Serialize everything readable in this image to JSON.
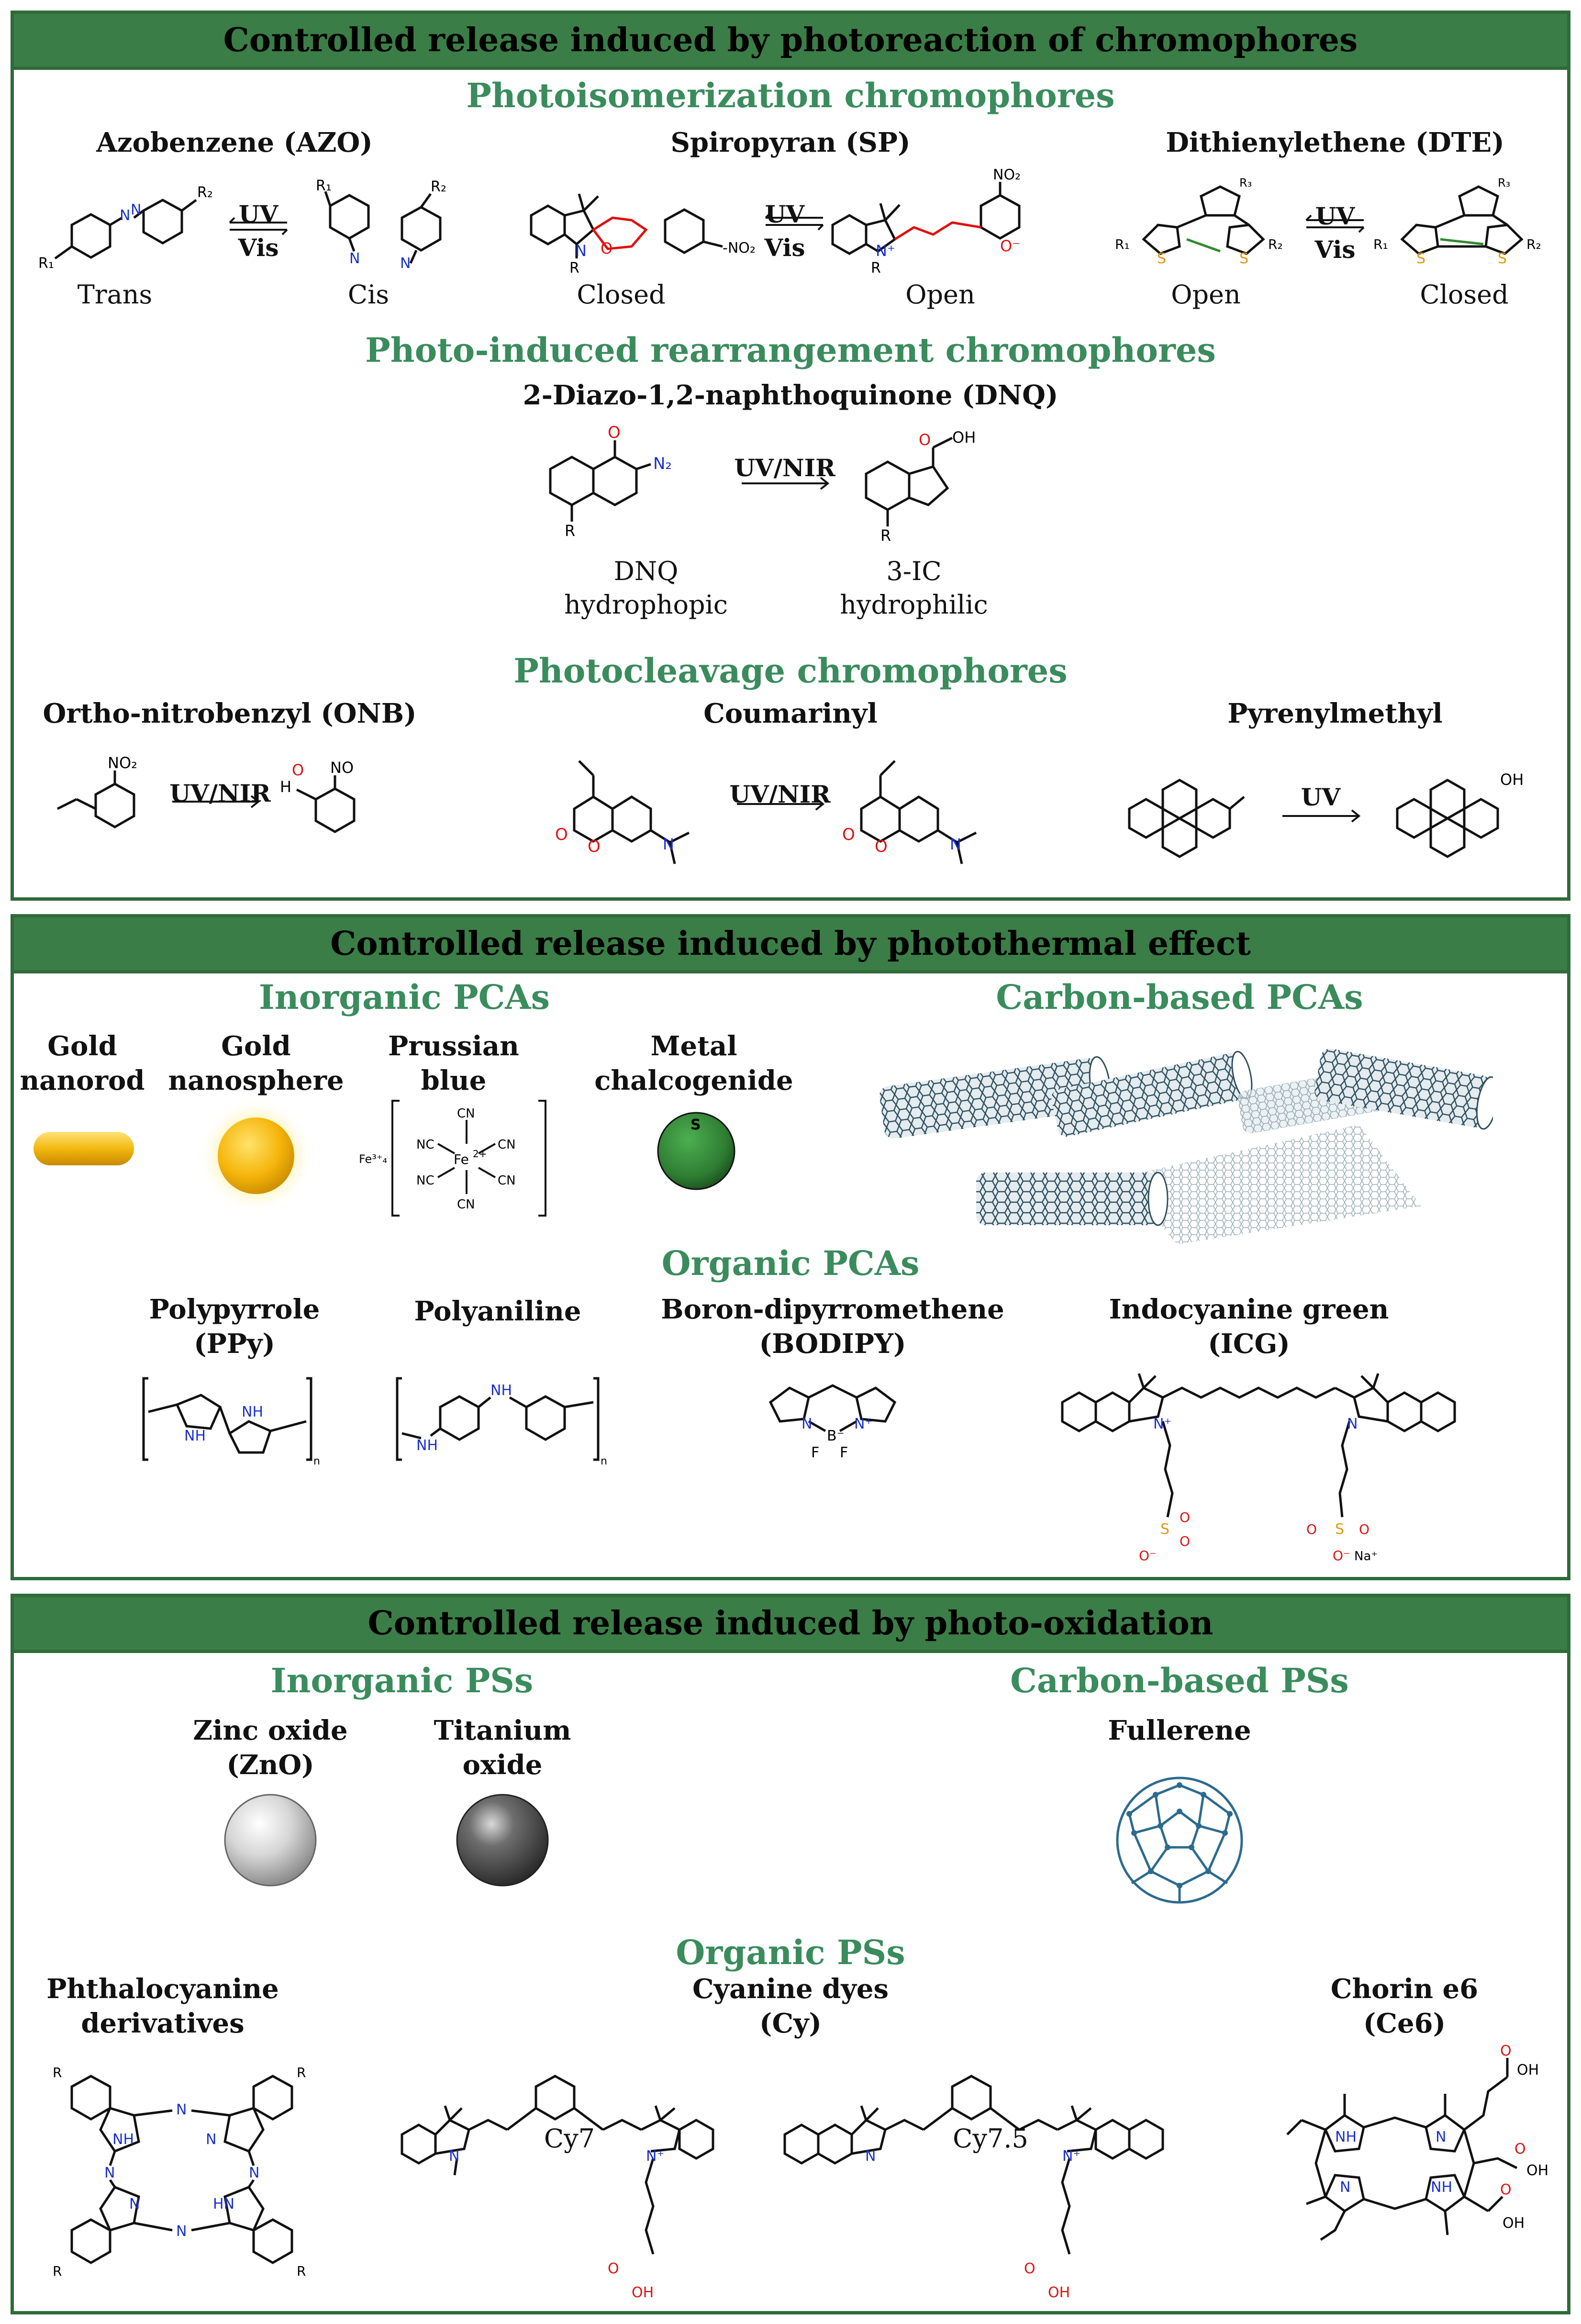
{
  "panels": [
    {
      "header": "Controlled release induced by photoreaction of chromophores",
      "sections": {
        "photoisomerization": "Photoisomerization chromophores",
        "rearrangement": "Photo-induced rearrangement chromophores",
        "photocleavage": "Photocleavage chromophores"
      },
      "compounds": {
        "azo": "Azobenzene (AZO)",
        "sp": "Spiropyran (SP)",
        "dte": "Dithienylethene (DTE)",
        "dnq": "2-Diazo-1,2-naphthoquinone (DNQ)",
        "onb": "Ortho-nitrobenzyl (ONB)",
        "coumarinyl": "Coumarinyl",
        "pyrenylmethyl": "Pyrenylmethyl"
      },
      "states": {
        "trans": "Trans",
        "cis": "Cis",
        "sp_closed": "Closed",
        "sp_open": "Open",
        "dte_open": "Open",
        "dte_closed": "Closed",
        "dnq_left_1": "DNQ",
        "dnq_left_2": "hydrophopic",
        "dnq_right_1": "3-IC",
        "dnq_right_2": "hydrophilic"
      },
      "arrows": {
        "uv": "UV",
        "vis": "Vis",
        "uvnir": "UV/NIR"
      }
    },
    {
      "header": "Controlled release induced by photothermal effect",
      "sections": {
        "inorganic": "Inorganic PCAs",
        "carbon": "Carbon-based PCAs",
        "organic": "Organic PCAs"
      },
      "items": {
        "gold_nanorod_1": "Gold",
        "gold_nanorod_2": "nanorod",
        "gold_nanosphere_1": "Gold",
        "gold_nanosphere_2": "nanosphere",
        "prussian_1": "Prussian",
        "prussian_2": "blue",
        "metal_1": "Metal",
        "metal_2": "chalcogenide",
        "ppy_1": "Polypyrrole",
        "ppy_2": "(PPy)",
        "pani": "Polyaniline",
        "bodipy_1": "Boron-dipyrromethene",
        "bodipy_2": "(BODIPY)",
        "icg_1": "Indocyanine green",
        "icg_2": "(ICG)"
      }
    },
    {
      "header": "Controlled release induced by photo-oxidation",
      "sections": {
        "inorganic": "Inorganic PSs",
        "carbon": "Carbon-based PSs",
        "organic": "Organic PSs"
      },
      "items": {
        "zno_1": "Zinc oxide",
        "zno_2": "(ZnO)",
        "tio_1": "Titanium",
        "tio_2": "oxide",
        "fullerene": "Fullerene",
        "phth_1": "Phthalocyanine",
        "phth_2": "derivatives",
        "cy_1": "Cyanine dyes",
        "cy_2": "(Cy)",
        "ce6_1": "Chorin e6",
        "ce6_2": "(Ce6)",
        "cy7": "Cy7",
        "cy75": "Cy7.5"
      }
    }
  ],
  "colors": {
    "header_bg": "#3a7d46",
    "section_green": "#3a8c5c",
    "nitrogen_blue": "#1a2fd0",
    "oxygen_red": "#e01010",
    "sulfur_orange": "#e09a10"
  }
}
